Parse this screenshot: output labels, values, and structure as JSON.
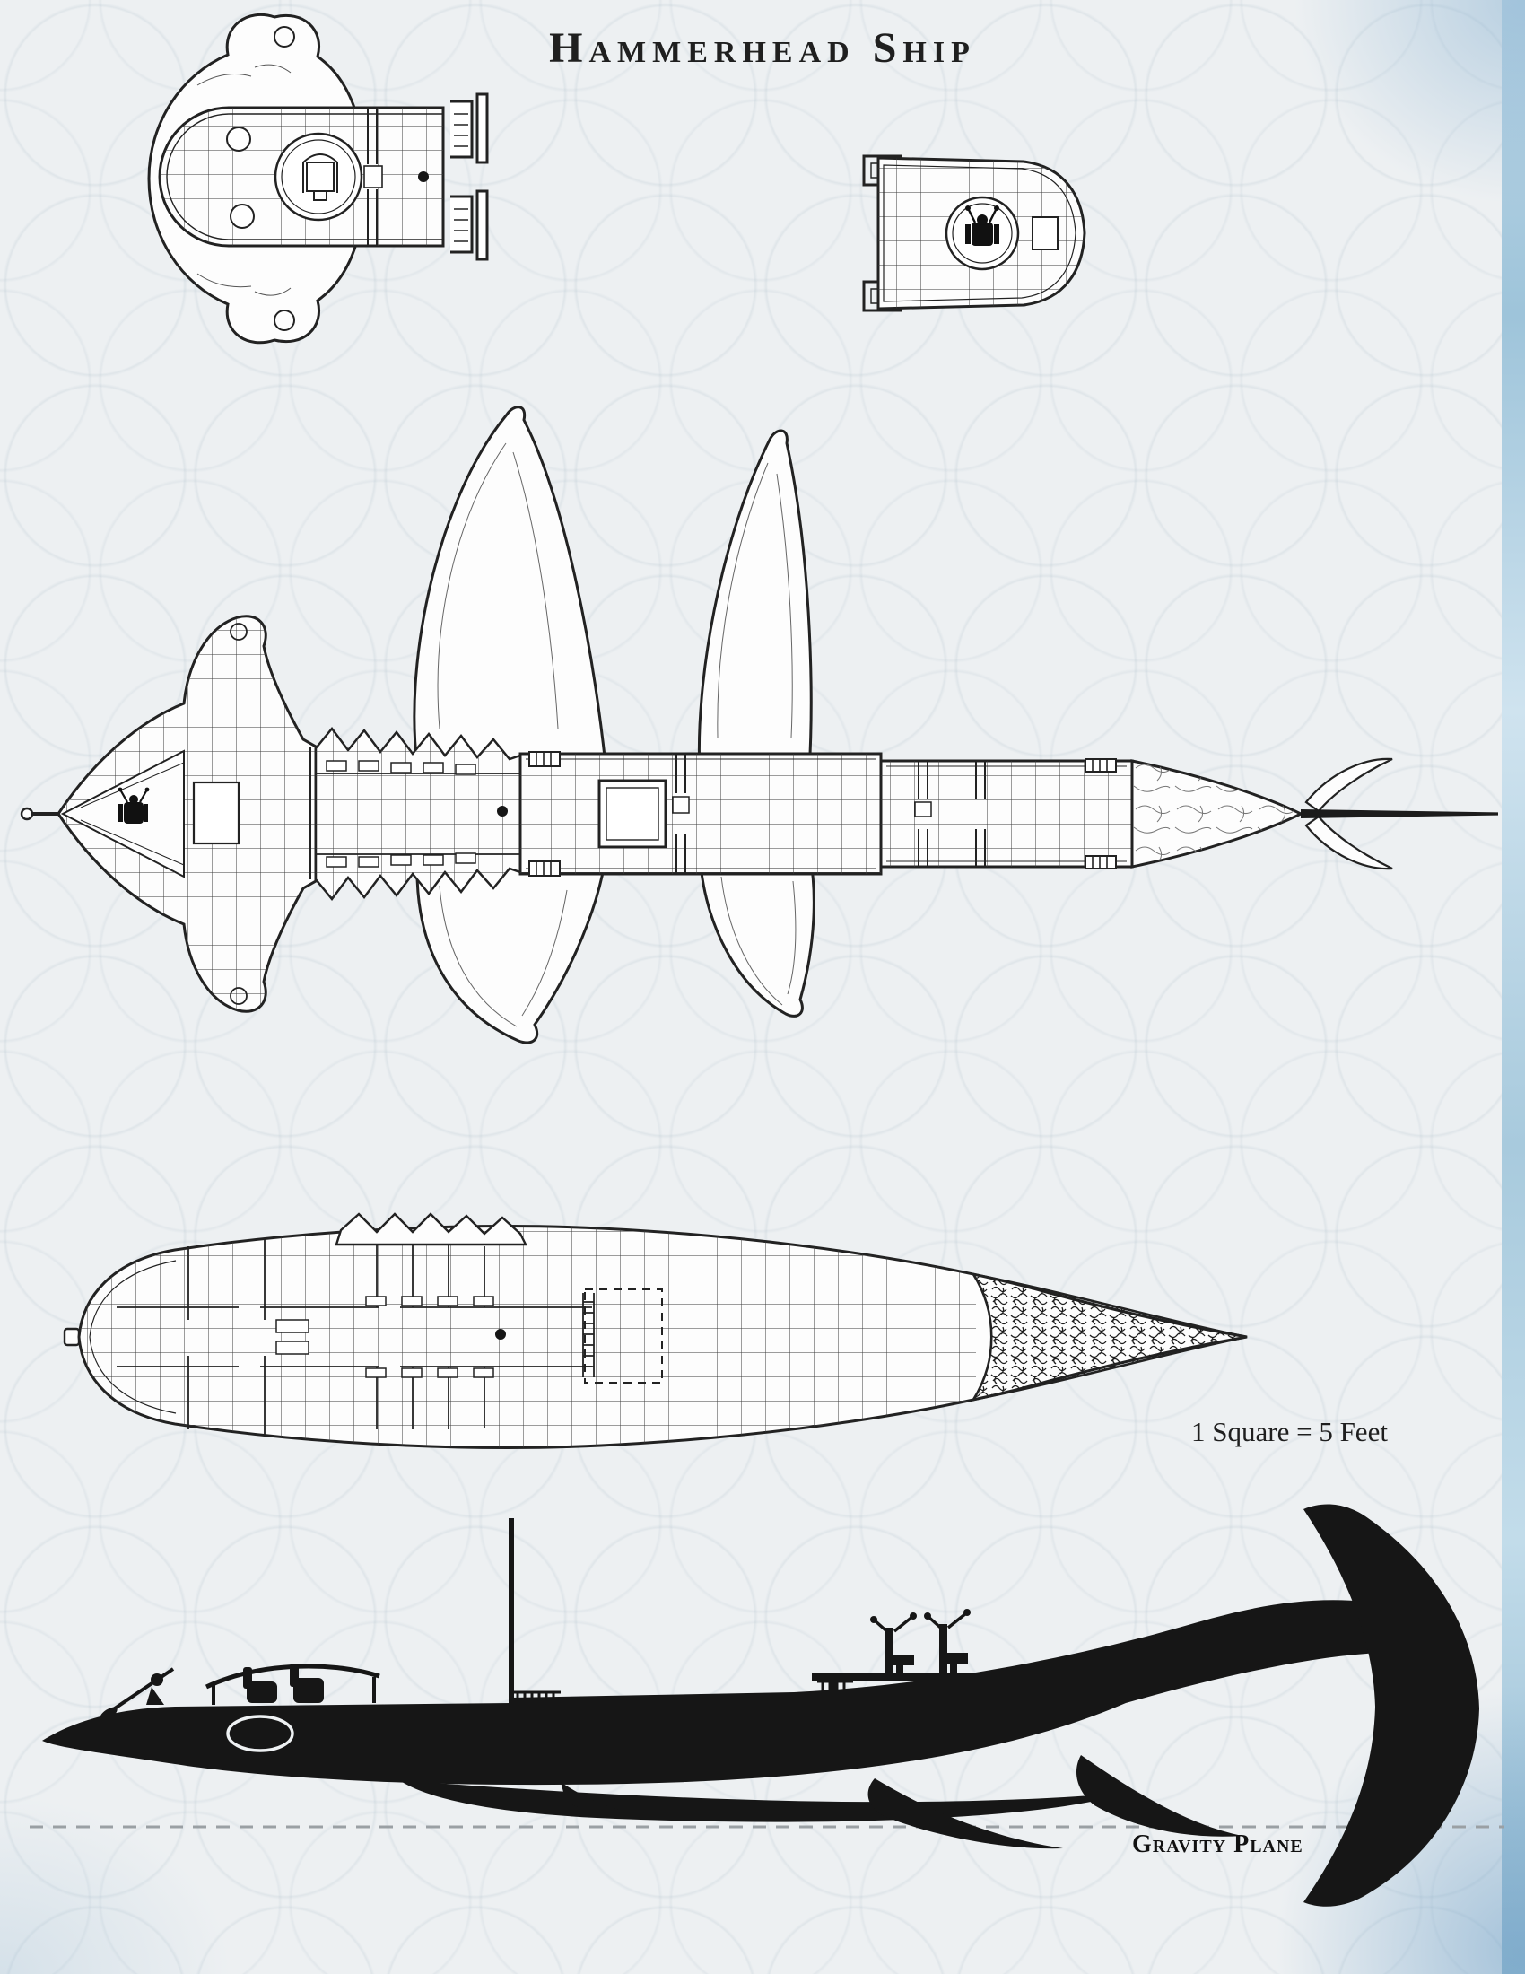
{
  "title": "Hammerhead Ship",
  "scale_note": "1 Square = 5 Feet",
  "gravity_plane_label": "Gravity Plane",
  "colors": {
    "background": "#edf0f2",
    "ink": "#1f1f1f",
    "accent_blue": "#aecbdd",
    "gravity_line": "#9aa0a4"
  }
}
